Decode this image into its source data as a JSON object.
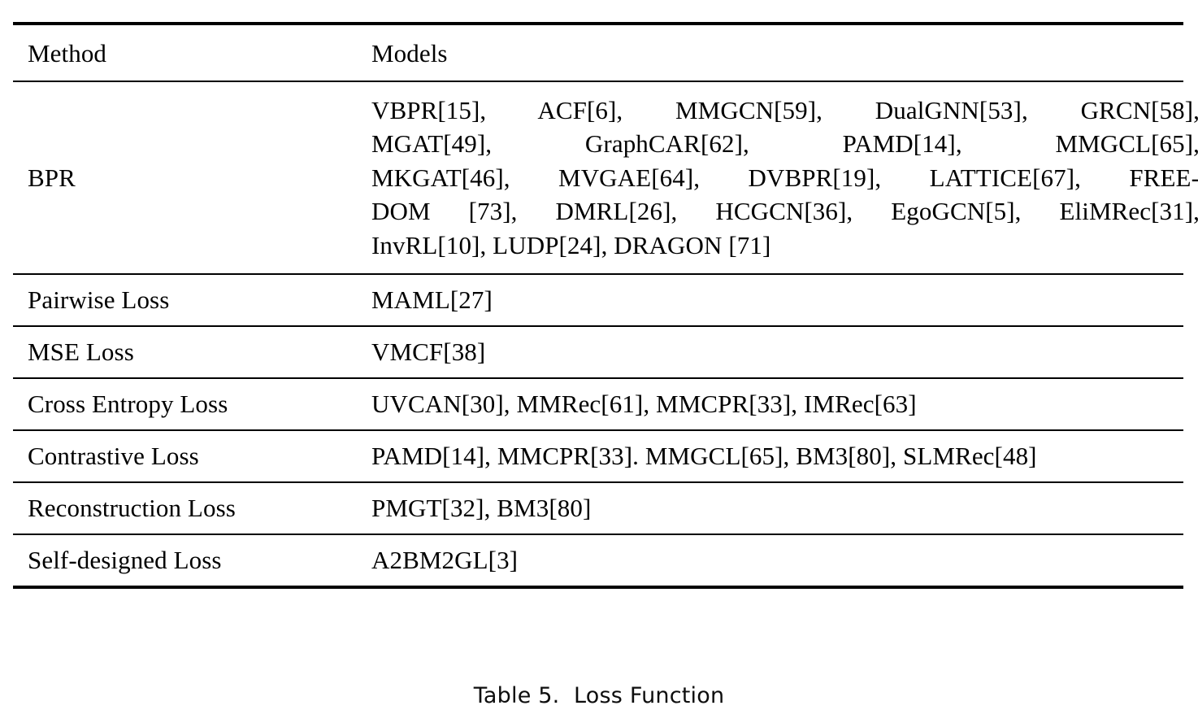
{
  "document": {
    "caption": "Table 5.  Loss Function"
  },
  "table": {
    "headers": {
      "method": "Method",
      "models": "Models"
    },
    "rows": [
      {
        "method": "BPR",
        "models_lines": [
          "VBPR[15], ACF[6], MMGCN[59], DualGNN[53], GRCN[58],",
          "MGAT[49], GraphCAR[62], PAMD[14], MMGCL[65],",
          "MKGAT[46], MVGAE[64], DVBPR[19], LATTICE[67], FREE-",
          "DOM [73], DMRL[26], HCGCN[36], EgoGCN[5], EliMRec[31],",
          "InvRL[10], LUDP[24], DRAGON [71]"
        ],
        "models": "VBPR[15], ACF[6], MMGCN[59], DualGNN[53], GRCN[58], MGAT[49], GraphCAR[62], PAMD[14], MMGCL[65], MKGAT[46], MVGAE[64], DVBPR[19], LATTICE[67], FREEDOM [73], DMRL[26], HCGCN[36], EgoGCN[5], EliMRec[31], InvRL[10], LUDP[24], DRAGON [71]"
      },
      {
        "method": "Pairwise Loss",
        "models_lines": [
          "MAML[27]"
        ],
        "models": "MAML[27]"
      },
      {
        "method": "MSE Loss",
        "models_lines": [
          "VMCF[38]"
        ],
        "models": "VMCF[38]"
      },
      {
        "method": "Cross Entropy Loss",
        "models_lines": [
          "UVCAN[30], MMRec[61], MMCPR[33], IMRec[63]"
        ],
        "models": "UVCAN[30], MMRec[61], MMCPR[33], IMRec[63]"
      },
      {
        "method": "Contrastive Loss",
        "models_lines": [
          "PAMD[14], MMCPR[33]. MMGCL[65], BM3[80], SLMRec[48]"
        ],
        "models": "PAMD[14], MMCPR[33]. MMGCL[65], BM3[80], SLMRec[48]"
      },
      {
        "method": "Reconstruction Loss",
        "models_lines": [
          "PMGT[32], BM3[80]"
        ],
        "models": "PMGT[32], BM3[80]"
      },
      {
        "method": "Self-designed Loss",
        "models_lines": [
          "A2BM2GL[3]"
        ],
        "models": "A2BM2GL[3]"
      }
    ]
  },
  "colors": {
    "background": "#ffffff",
    "text": "#000000",
    "rule": "#000000"
  }
}
